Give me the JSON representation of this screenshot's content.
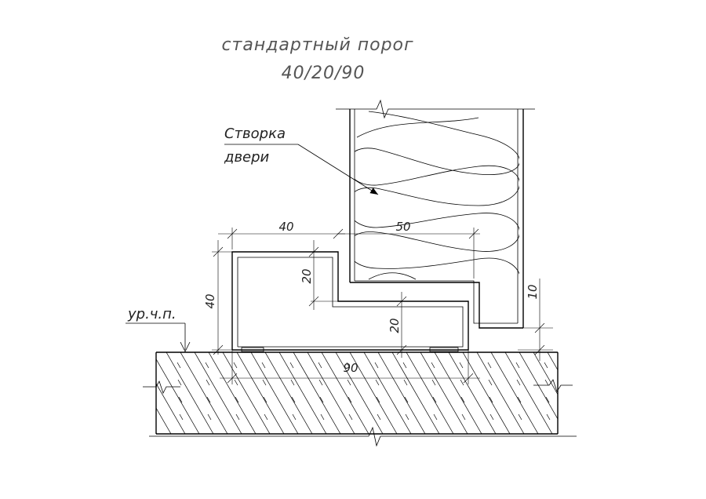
{
  "title": {
    "line1": "стандартный порог",
    "line2": "40/20/90"
  },
  "callout": {
    "line1": "Створка",
    "line2": "двери"
  },
  "floor_label": "ур.ч.п.",
  "dimensions": {
    "width_top": "40",
    "width_door": "50",
    "height_left": "40",
    "step_upper": "20",
    "step_lower": "20",
    "gap_right": "10",
    "width_total": "90"
  }
}
